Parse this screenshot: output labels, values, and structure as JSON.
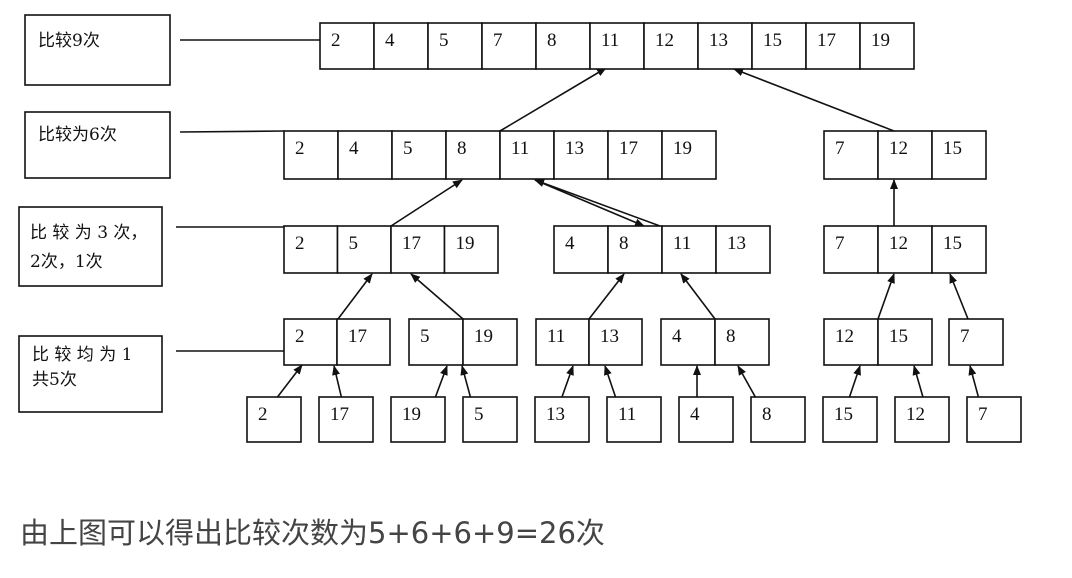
{
  "level_labels": {
    "top": [
      "比较9次"
    ],
    "second": [
      "比较为6次"
    ],
    "third": [
      "比 较 为 3 次，",
      "2次，1次"
    ],
    "bottom": [
      "比 较 均 为 1",
      "共5次"
    ]
  },
  "groups": {
    "top": [
      "2",
      "4",
      "5",
      "7",
      "8",
      "11",
      "12",
      "13",
      "15",
      "17",
      "19"
    ],
    "second_a": [
      "2",
      "4",
      "5",
      "8",
      "11",
      "13",
      "17",
      "19"
    ],
    "second_b": [
      "7",
      "12",
      "15"
    ],
    "third_a": [
      "2",
      "5",
      "17",
      "19"
    ],
    "third_b": [
      "4",
      "8",
      "11",
      "13"
    ],
    "third_c": [
      "7",
      "12",
      "15"
    ],
    "pair_1": [
      "2",
      "17"
    ],
    "pair_2": [
      "5",
      "19"
    ],
    "pair_3": [
      "11",
      "13"
    ],
    "pair_4": [
      "4",
      "8"
    ],
    "pair_5": [
      "12",
      "15"
    ],
    "pair_6": [
      "7"
    ],
    "leaves": [
      "2",
      "17",
      "19",
      "5",
      "13",
      "11",
      "4",
      "8",
      "15",
      "12",
      "7"
    ]
  },
  "caption": "由上图可以得出比较次数为5+6+6+9=26次"
}
